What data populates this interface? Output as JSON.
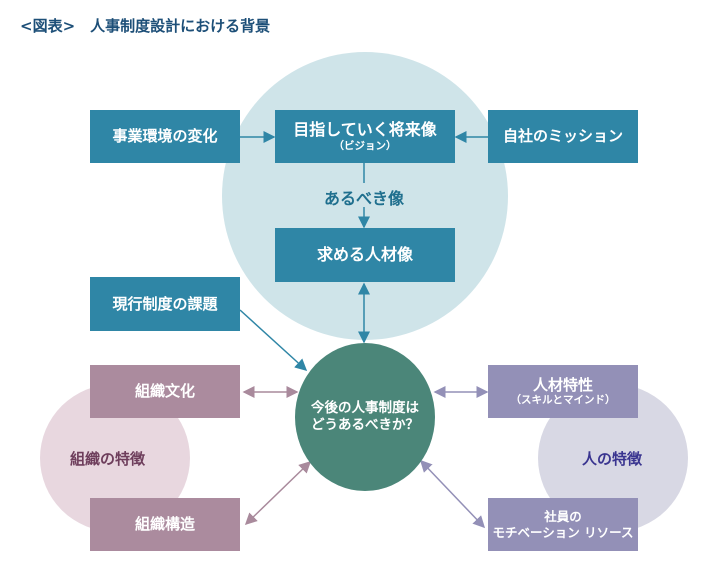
{
  "title": "<図表>　人事制度設計における背景",
  "vision_group": {
    "label": "あるべき像",
    "vision": {
      "title": "目指していく将来像",
      "sub": "（ビジョン）"
    },
    "talent": "求める人材像"
  },
  "inputs": {
    "environment": "事業環境の変化",
    "mission": "自社のミッション",
    "current_issues": "現行制度の課題"
  },
  "center": {
    "line1": "今後の人事制度は",
    "line2": "どうあるべきか？"
  },
  "organization": {
    "label": "組織の特徴",
    "culture": "組織文化",
    "structure": "組織構造"
  },
  "people": {
    "label": "人の特徴",
    "traits": {
      "title": "人材特性",
      "sub": "（スキルとマインド）"
    },
    "motivation": {
      "line1": "社員の",
      "line2": "モチベーション リソース"
    }
  },
  "colors": {
    "teal": "#2f86a6",
    "center": "#4b8679",
    "pink": "#ab8b9e",
    "purple": "#9390b7"
  }
}
